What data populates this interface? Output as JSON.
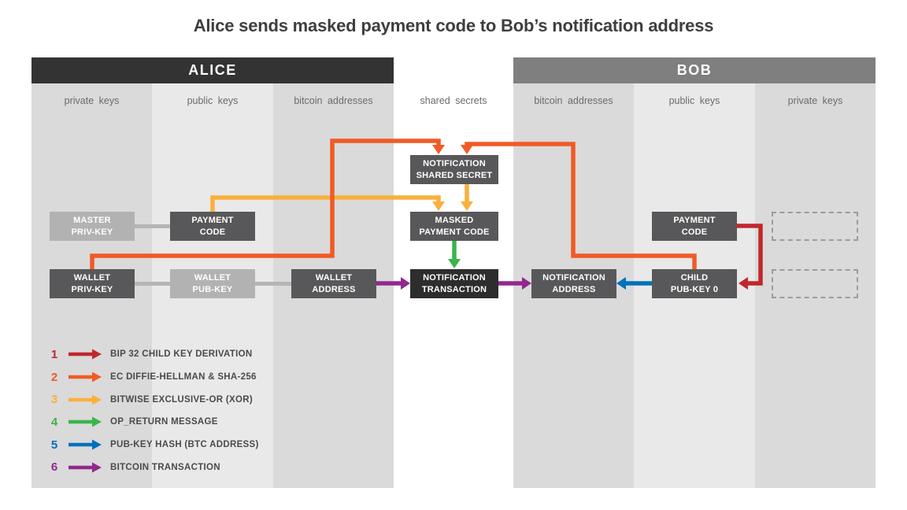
{
  "title": "Alice sends masked payment code to Bob’s notification address",
  "alice": {
    "header": "ALICE",
    "columns": [
      "private keys",
      "public keys",
      "bitcoin addresses"
    ]
  },
  "middle_column_label": "shared secrets",
  "bob": {
    "header": "BOB",
    "columns": [
      "bitcoin addresses",
      "public keys",
      "private keys"
    ]
  },
  "nodes": {
    "master_priv_key": "MASTER\nPRIV-KEY",
    "alice_payment_code": "PAYMENT\nCODE",
    "wallet_priv_key": "WALLET\nPRIV-KEY",
    "wallet_pub_key": "WALLET\nPUB-KEY",
    "wallet_address": "WALLET\nADDRESS",
    "notification_shared_secret": "NOTIFICATION\nSHARED SECRET",
    "masked_payment_code": "MASKED\nPAYMENT CODE",
    "notification_transaction": "NOTIFICATION\nTRANSACTION",
    "notification_address": "NOTIFICATION\nADDRESS",
    "child_pub_key_0": "CHILD\nPUB-KEY 0",
    "bob_payment_code": "PAYMENT\nCODE"
  },
  "arrow_colors": {
    "bip32": "#c1272d",
    "ecdh": "#f15a24",
    "xor": "#fbb03b",
    "op_return": "#39b54a",
    "pubkey_hash": "#0071bc",
    "bitcoin_tx": "#93278f"
  },
  "legend": [
    {
      "num": "1",
      "color": "#c1272d",
      "label": "BIP 32 CHILD KEY DERIVATION"
    },
    {
      "num": "2",
      "color": "#f15a24",
      "label": "EC DIFFIE-HELLMAN & SHA-256"
    },
    {
      "num": "3",
      "color": "#fbb03b",
      "label": "BITWISE EXCLUSIVE-OR (XOR)"
    },
    {
      "num": "4",
      "color": "#39b54a",
      "label": "OP_RETURN MESSAGE"
    },
    {
      "num": "5",
      "color": "#0071bc",
      "label": "PUB-KEY HASH (BTC ADDRESS)"
    },
    {
      "num": "6",
      "color": "#93278f",
      "label": "BITCOIN TRANSACTION"
    }
  ]
}
